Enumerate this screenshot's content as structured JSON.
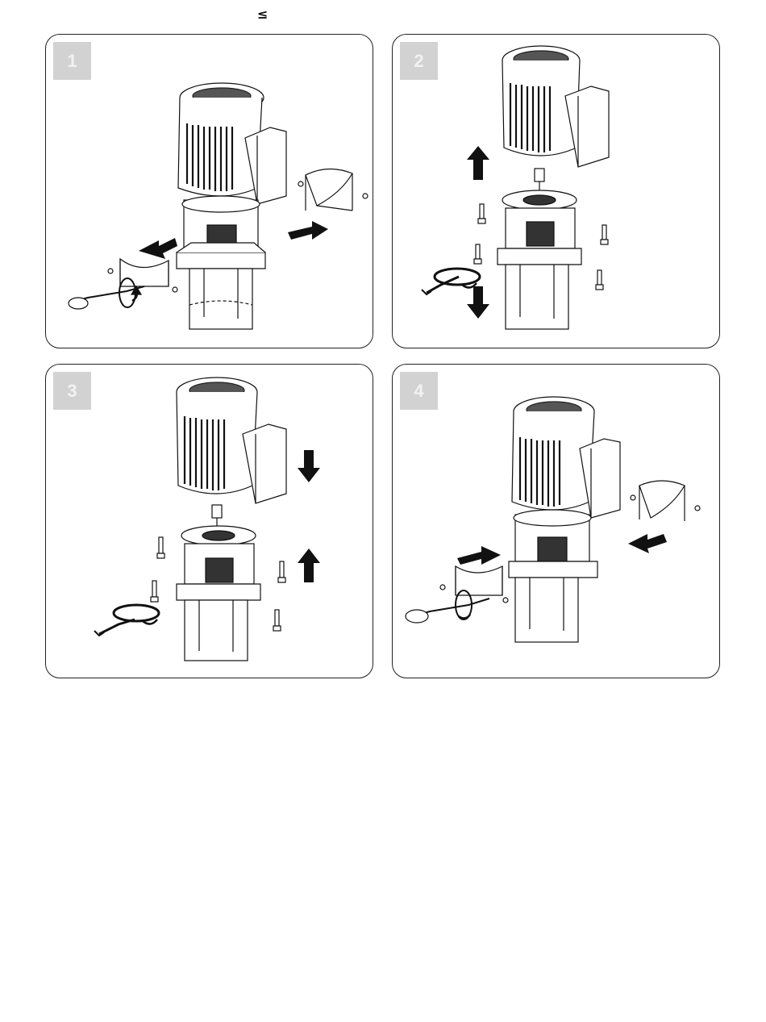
{
  "header": {
    "symbol": "≤"
  },
  "panels": [
    {
      "step_label": "1",
      "variant": "remove-guards",
      "arrow_icons": [
        "arrow-left",
        "arrow-right"
      ]
    },
    {
      "step_label": "2",
      "variant": "lift-motor",
      "arrow_icons": [
        "arrow-up",
        "arrow-down"
      ]
    },
    {
      "step_label": "3",
      "variant": "lower-motor",
      "arrow_icons": [
        "arrow-down",
        "arrow-up"
      ]
    },
    {
      "step_label": "4",
      "variant": "refit-guards",
      "arrow_icons": [
        "arrow-right",
        "arrow-left"
      ]
    }
  ],
  "colors": {
    "line": "#111111",
    "step_box": "#d2d2d2",
    "panel_border": "#222222"
  }
}
